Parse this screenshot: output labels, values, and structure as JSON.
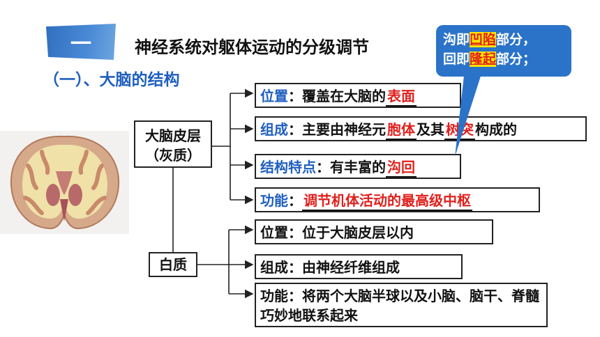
{
  "header": {
    "badge": "一",
    "title": "神经系统对躯体运动的分级调节",
    "subtitle": "（一）、大脑的结构"
  },
  "callout": {
    "line1_a": "沟即",
    "line1_hl": "凹陷",
    "line1_b": "部分，",
    "line2_a": "回即",
    "line2_hl": "隆起",
    "line2_b": "部分；"
  },
  "cortex": {
    "label_line1": "大脑皮层",
    "label_line2": "（灰质）",
    "items": [
      {
        "key": "位置",
        "sep": "：",
        "text": "覆盖在大脑的",
        "answer": "表面"
      },
      {
        "key": "组成",
        "sep": "：",
        "text": "主要由神经元",
        "answer": "胞体",
        "text2": "及其",
        "answer2": "树突",
        "text3": "构成的"
      },
      {
        "key": "结构特点",
        "sep": "：",
        "text": "有丰富的",
        "answer": "沟回"
      },
      {
        "key": "功能",
        "sep": "：",
        "answer": "调节机体活动的最高级中枢"
      }
    ]
  },
  "white_matter": {
    "label": "白质",
    "items": [
      {
        "text": "位置：位于大脑皮层以内"
      },
      {
        "text": "组成：由神经纤维组成"
      },
      {
        "text": "功能：将两个大脑半球以及小脑、脑干、脊髓巧妙地联系起来"
      }
    ]
  },
  "colors": {
    "accent_blue": "#1f5fbf",
    "answer_red": "#e0201d",
    "callout_bg": "#2b73c9",
    "highlight": "#ffe600"
  },
  "image": {
    "subject": "brain-coronal-section-photo"
  }
}
